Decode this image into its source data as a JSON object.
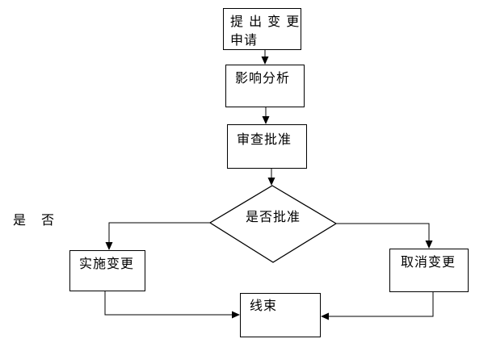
{
  "page": {
    "background_color": "#ffffff",
    "ink_color": "#000000"
  },
  "flowchart": {
    "nodes": {
      "start": {
        "label": "提 出 变 更\n申请",
        "shape": "rectangle"
      },
      "impact_analysis": {
        "label": "影响分析",
        "shape": "rectangle"
      },
      "review_approval": {
        "label": "审查批准",
        "shape": "rectangle"
      },
      "decision": {
        "label": "是否批准",
        "shape": "diamond"
      },
      "implement_change": {
        "label": "实施变更",
        "shape": "rectangle"
      },
      "cancel_change": {
        "label": "取消变更",
        "shape": "rectangle"
      },
      "end": {
        "label": "线束",
        "shape": "rectangle"
      }
    },
    "branch_labels": {
      "yes": "是",
      "no": "否"
    },
    "edges": [
      {
        "from": "start",
        "to": "impact_analysis"
      },
      {
        "from": "impact_analysis",
        "to": "review_approval"
      },
      {
        "from": "review_approval",
        "to": "decision"
      },
      {
        "from": "decision",
        "to": "implement_change"
      },
      {
        "from": "decision",
        "to": "cancel_change"
      },
      {
        "from": "implement_change",
        "to": "end"
      },
      {
        "from": "cancel_change",
        "to": "end"
      }
    ]
  }
}
